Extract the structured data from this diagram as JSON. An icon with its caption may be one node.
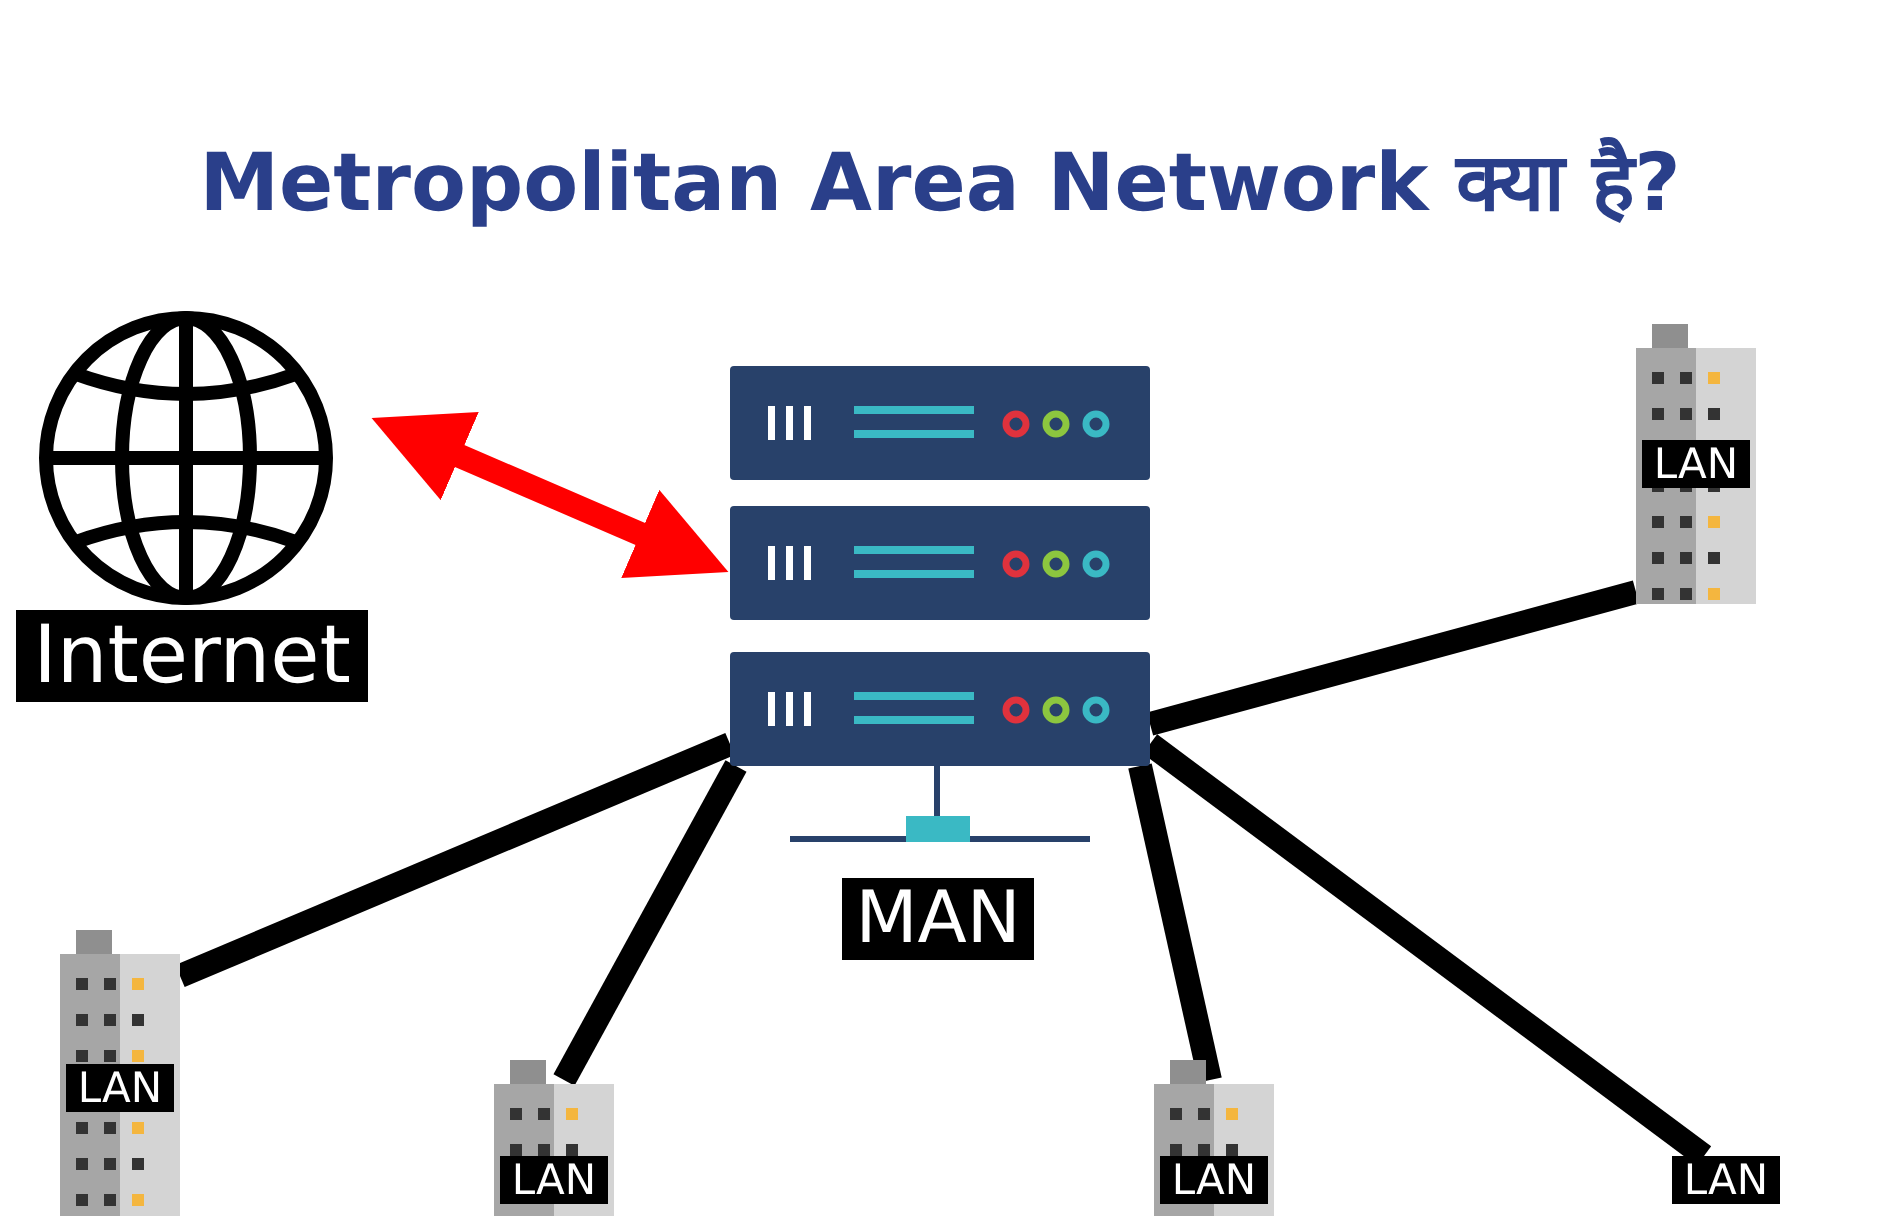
{
  "diagram": {
    "title": "Metropolitan Area Network क्या है?",
    "nodes": [
      {
        "text": [
          "Internet"
        ]
      },
      {
        "text": [
          "MAN"
        ]
      },
      {
        "text": [
          "LAN"
        ]
      },
      {
        "text": [
          "LAN"
        ]
      },
      {
        "text": [
          "LAN"
        ]
      },
      {
        "text": [
          "LAN"
        ]
      },
      {
        "text": [
          "LAN"
        ]
      }
    ],
    "edges": [
      {
        "from": 0,
        "to": 1,
        "arrow": "both",
        "color": "#ff0000"
      },
      {
        "from": 1,
        "to": 2,
        "arrow": "none"
      },
      {
        "from": 1,
        "to": 3,
        "arrow": "none"
      },
      {
        "from": 1,
        "to": 4,
        "arrow": "none"
      },
      {
        "from": 1,
        "to": 5,
        "arrow": "none"
      },
      {
        "from": 1,
        "to": 6,
        "arrow": "none"
      }
    ]
  }
}
